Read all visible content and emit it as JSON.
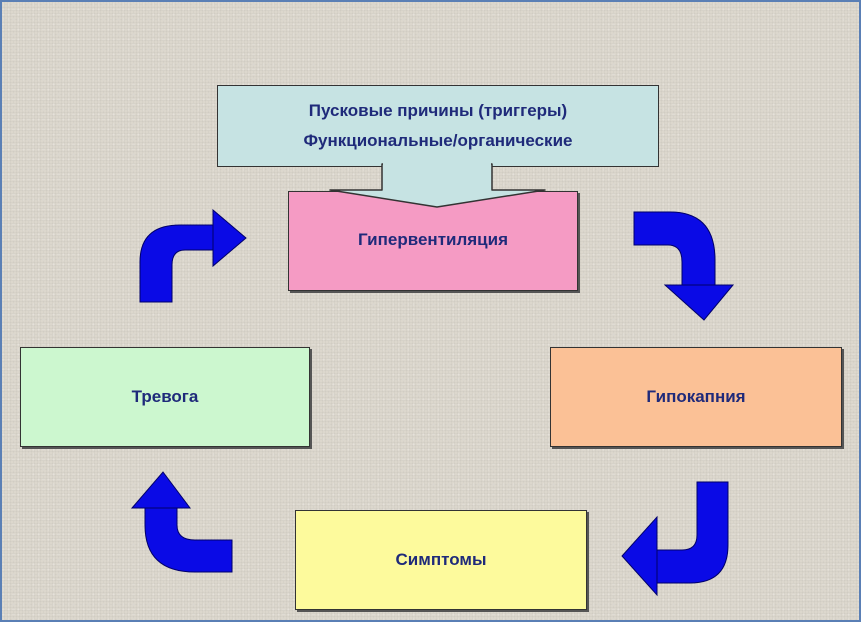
{
  "trigger_box": {
    "line1": "Пусковые причины (триггеры)",
    "line2": "Функциональные/органические"
  },
  "nodes": {
    "hyperventilation": "Гипервентиляция",
    "hypocapnia": "Гипокапния",
    "symptoms": "Симптомы",
    "anxiety": "Тревога"
  },
  "colors": {
    "arrow": "#0a0ae6",
    "trigger": "#c6e3e3",
    "hyperventilation": "#f59bc4",
    "hypocapnia": "#fbc196",
    "symptoms": "#fdfa9c",
    "anxiety": "#ccf7cf"
  }
}
